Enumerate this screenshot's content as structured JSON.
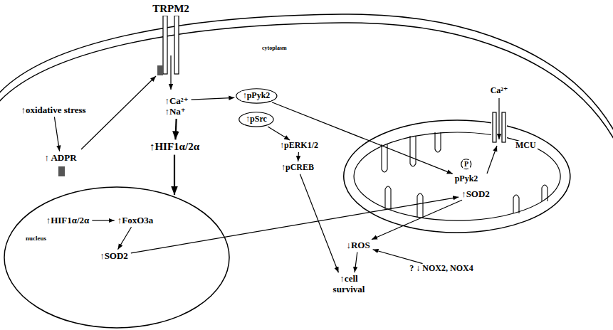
{
  "diagram": {
    "nodes": [
      {
        "text": [
          "cytoplasm"
        ]
      },
      {
        "text": [
          "↑oxidative stress"
        ],
        "in": 0
      },
      {
        "text": [
          "↑ ADPR"
        ],
        "in": 0
      },
      {
        "text": [
          "↑Ca²⁺ ↑Na⁺"
        ],
        "in": 0
      },
      {
        "text": [
          "↑HIF1α/2α"
        ],
        "in": 0
      },
      {
        "text": [
          "nucleus"
        ],
        "in": 0
      },
      {
        "text": [
          "↑HIF1α/2α"
        ],
        "in": 5
      },
      {
        "text": [
          "↑FoxO3a"
        ],
        "in": 5
      },
      {
        "text": [
          "↑SOD2"
        ],
        "in": 5
      },
      {
        "text": [
          "↑pPyk2"
        ],
        "in": 0
      },
      {
        "text": [
          "↑pSrc"
        ],
        "in": 0
      },
      {
        "text": [
          "↑pERK1/2"
        ],
        "in": 0
      },
      {
        "text": [
          "↑pCREB"
        ],
        "in": 0
      },
      {
        "text": [
          "MCU"
        ],
        "in": 0
      },
      {
        "text": [
          "P"
        ],
        "in": 13
      },
      {
        "text": [
          "pPyk2"
        ],
        "in": 13
      },
      {
        "text": [
          "↑SOD2"
        ],
        "in": 13
      },
      {
        "text": [
          "↓ROS"
        ],
        "in": 0
      },
      {
        "text": [
          "? ↓ NOX2, NOX4"
        ],
        "in": 0
      },
      {
        "text": [
          "↑cell survival"
        ],
        "in": 0
      }
    ],
    "edges": [
      {
        "from": 1,
        "to": 2,
        "arrow": "to"
      },
      {
        "from": 3,
        "to": 4,
        "arrow": "to"
      },
      {
        "from": 4,
        "to": 5,
        "arrow": "to"
      },
      {
        "from": 6,
        "to": 7,
        "arrow": "to"
      },
      {
        "from": 7,
        "to": 8,
        "arrow": "to"
      },
      {
        "from": 8,
        "to": 16,
        "arrow": "to"
      },
      {
        "from": 3,
        "to": 9,
        "arrow": "to"
      },
      {
        "from": 9,
        "to": 15,
        "arrow": "to"
      },
      {
        "from": 10,
        "to": 11,
        "arrow": "to"
      },
      {
        "from": 11,
        "to": 12,
        "arrow": "to"
      },
      {
        "from": 12,
        "to": 19,
        "arrow": "to"
      },
      {
        "from": 16,
        "to": 17,
        "arrow": "to"
      },
      {
        "from": 17,
        "to": 19,
        "arrow": "to"
      },
      {
        "from": 18,
        "to": 17,
        "arrow": "to"
      }
    ],
    "labels": [
      "TRPM2",
      "Ca²⁺"
    ]
  }
}
